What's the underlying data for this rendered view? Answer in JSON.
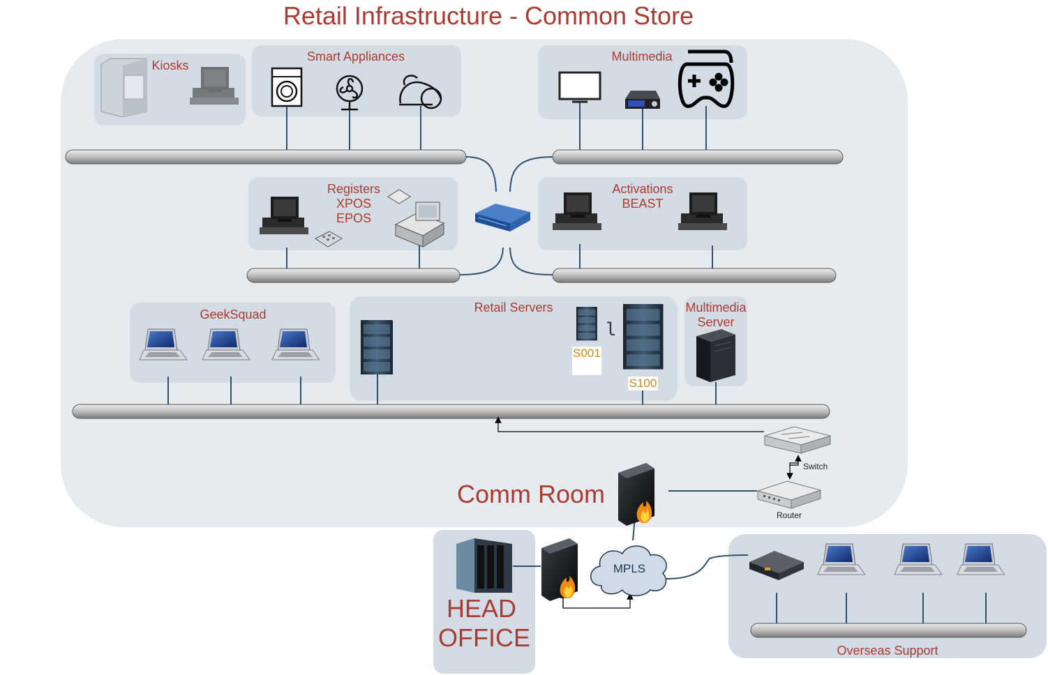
{
  "title": "Retail Infrastructure - Common Store",
  "groups": {
    "kiosks": "Kiosks",
    "smart_appliances": "Smart Appliances",
    "multimedia": "Multimedia",
    "registers": [
      "Registers",
      "XPOS",
      "EPOS"
    ],
    "activations": [
      "Activations",
      "BEAST"
    ],
    "geeksquad": "GeekSquad",
    "retail_servers": "Retail Servers",
    "multimedia_server": [
      "Multimedia",
      "Server"
    ],
    "overseas_support": "Overseas Support"
  },
  "servers": {
    "s001": "S001",
    "s100": "S100",
    "bracket": "l"
  },
  "comm_room": "Comm Room",
  "network": {
    "switch": "Switch",
    "router": "Router",
    "mpls": "MPLS"
  },
  "head_office": [
    "HEAD",
    "OFFICE"
  ],
  "colors": {
    "label": "#b03a2e",
    "region": "#e6ebf0",
    "group": "#d3dbe4",
    "server_label": "#d18a12",
    "link": "#2f4f6a"
  },
  "icons": [
    "kiosk-icon",
    "desktop-icon",
    "washing-machine-icon",
    "fan-icon",
    "vacuum-icon",
    "tv-icon",
    "set-top-box-icon",
    "gamepad-icon",
    "network-switch-icon",
    "cash-register-icon",
    "keypad-icon",
    "laptop-icon",
    "server-rack-icon",
    "tower-server-icon",
    "firewall-icon",
    "router-icon",
    "cloud-icon",
    "mainframe-icon",
    "modem-icon"
  ]
}
